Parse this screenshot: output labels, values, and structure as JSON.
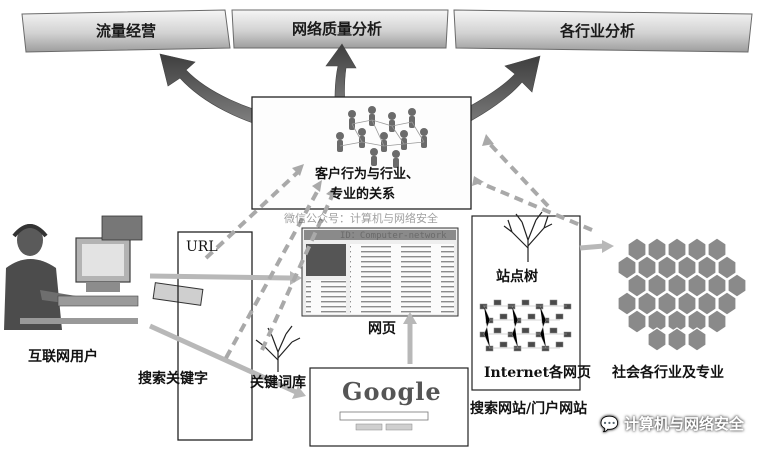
{
  "top_tabs": {
    "traffic": "流量经营",
    "network_quality": "网络质量分析",
    "industry": "各行业分析"
  },
  "center_box": {
    "line1": "客户行为与行业、",
    "line2": "专业的关系"
  },
  "labels": {
    "internet_user": "互联网用户",
    "url": "URL",
    "search_keyword": "搜索关键字",
    "keyword_lib": "关键词库",
    "webpage": "网页",
    "site_tree": "站点树",
    "internet_pages": "Internet各网页",
    "search_sites": "搜索网站/门户网站",
    "society": "社会各行业及专业",
    "search_logo": "Google"
  },
  "watermarks": {
    "wechat": "微信公众号：计算机与网络安全",
    "id": "ID：Computer-network",
    "corner": "计算机与网络安全"
  },
  "colors": {
    "arrow_dark": "#555555",
    "arrow_light": "#b5b5b5",
    "tab_fill_top": "#f4f4f4",
    "tab_fill_bottom": "#a9a9a9",
    "hex_fill": "#8a8a8a"
  }
}
